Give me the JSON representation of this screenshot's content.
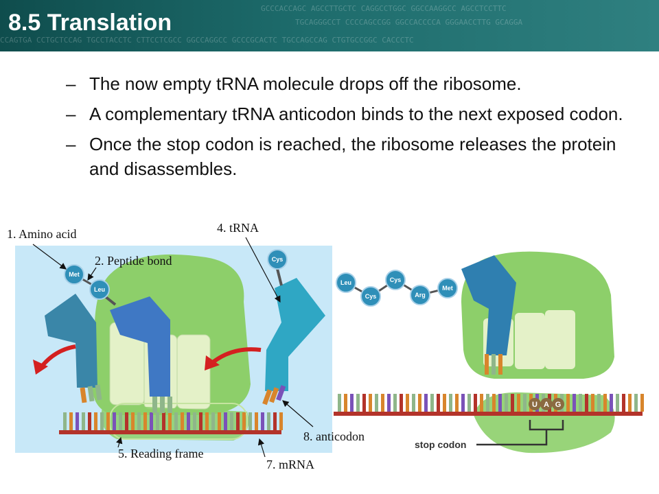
{
  "header": {
    "title": "8.5 Translation",
    "bg_color": "#1d6b6b"
  },
  "bullets": [
    "The now empty tRNA molecule drops off the ribosome.",
    "A complementary tRNA anticodon binds to the next exposed codon.",
    "Once the stop codon is reached, the ribosome releases the protein and disassembles."
  ],
  "bullet_marker": "–",
  "labels": {
    "amino_acid": "1. Amino acid",
    "peptide_bond": "2. Peptide bond",
    "trna": "4. tRNA",
    "reading_frame": "5. Reading frame",
    "mrna": "7. mRNA",
    "anticodon": "8. anticodon"
  },
  "amino_acids_left": [
    "Met",
    "Leu"
  ],
  "amino_acid_incoming": "Cys",
  "protein_chain": [
    "Leu",
    "Cys",
    "Cys",
    "Arg",
    "Met"
  ],
  "stop_codon": {
    "label": "stop codon",
    "bases": [
      "U",
      "A",
      "G"
    ]
  },
  "colors": {
    "ribosome": "#8dcf6a",
    "trna_blue": "#3f78c4",
    "trna_teal": "#2fa7c4",
    "mrna": "#b3332a",
    "arrow": "#d42020",
    "panel_bg": "#c8e8f8"
  }
}
